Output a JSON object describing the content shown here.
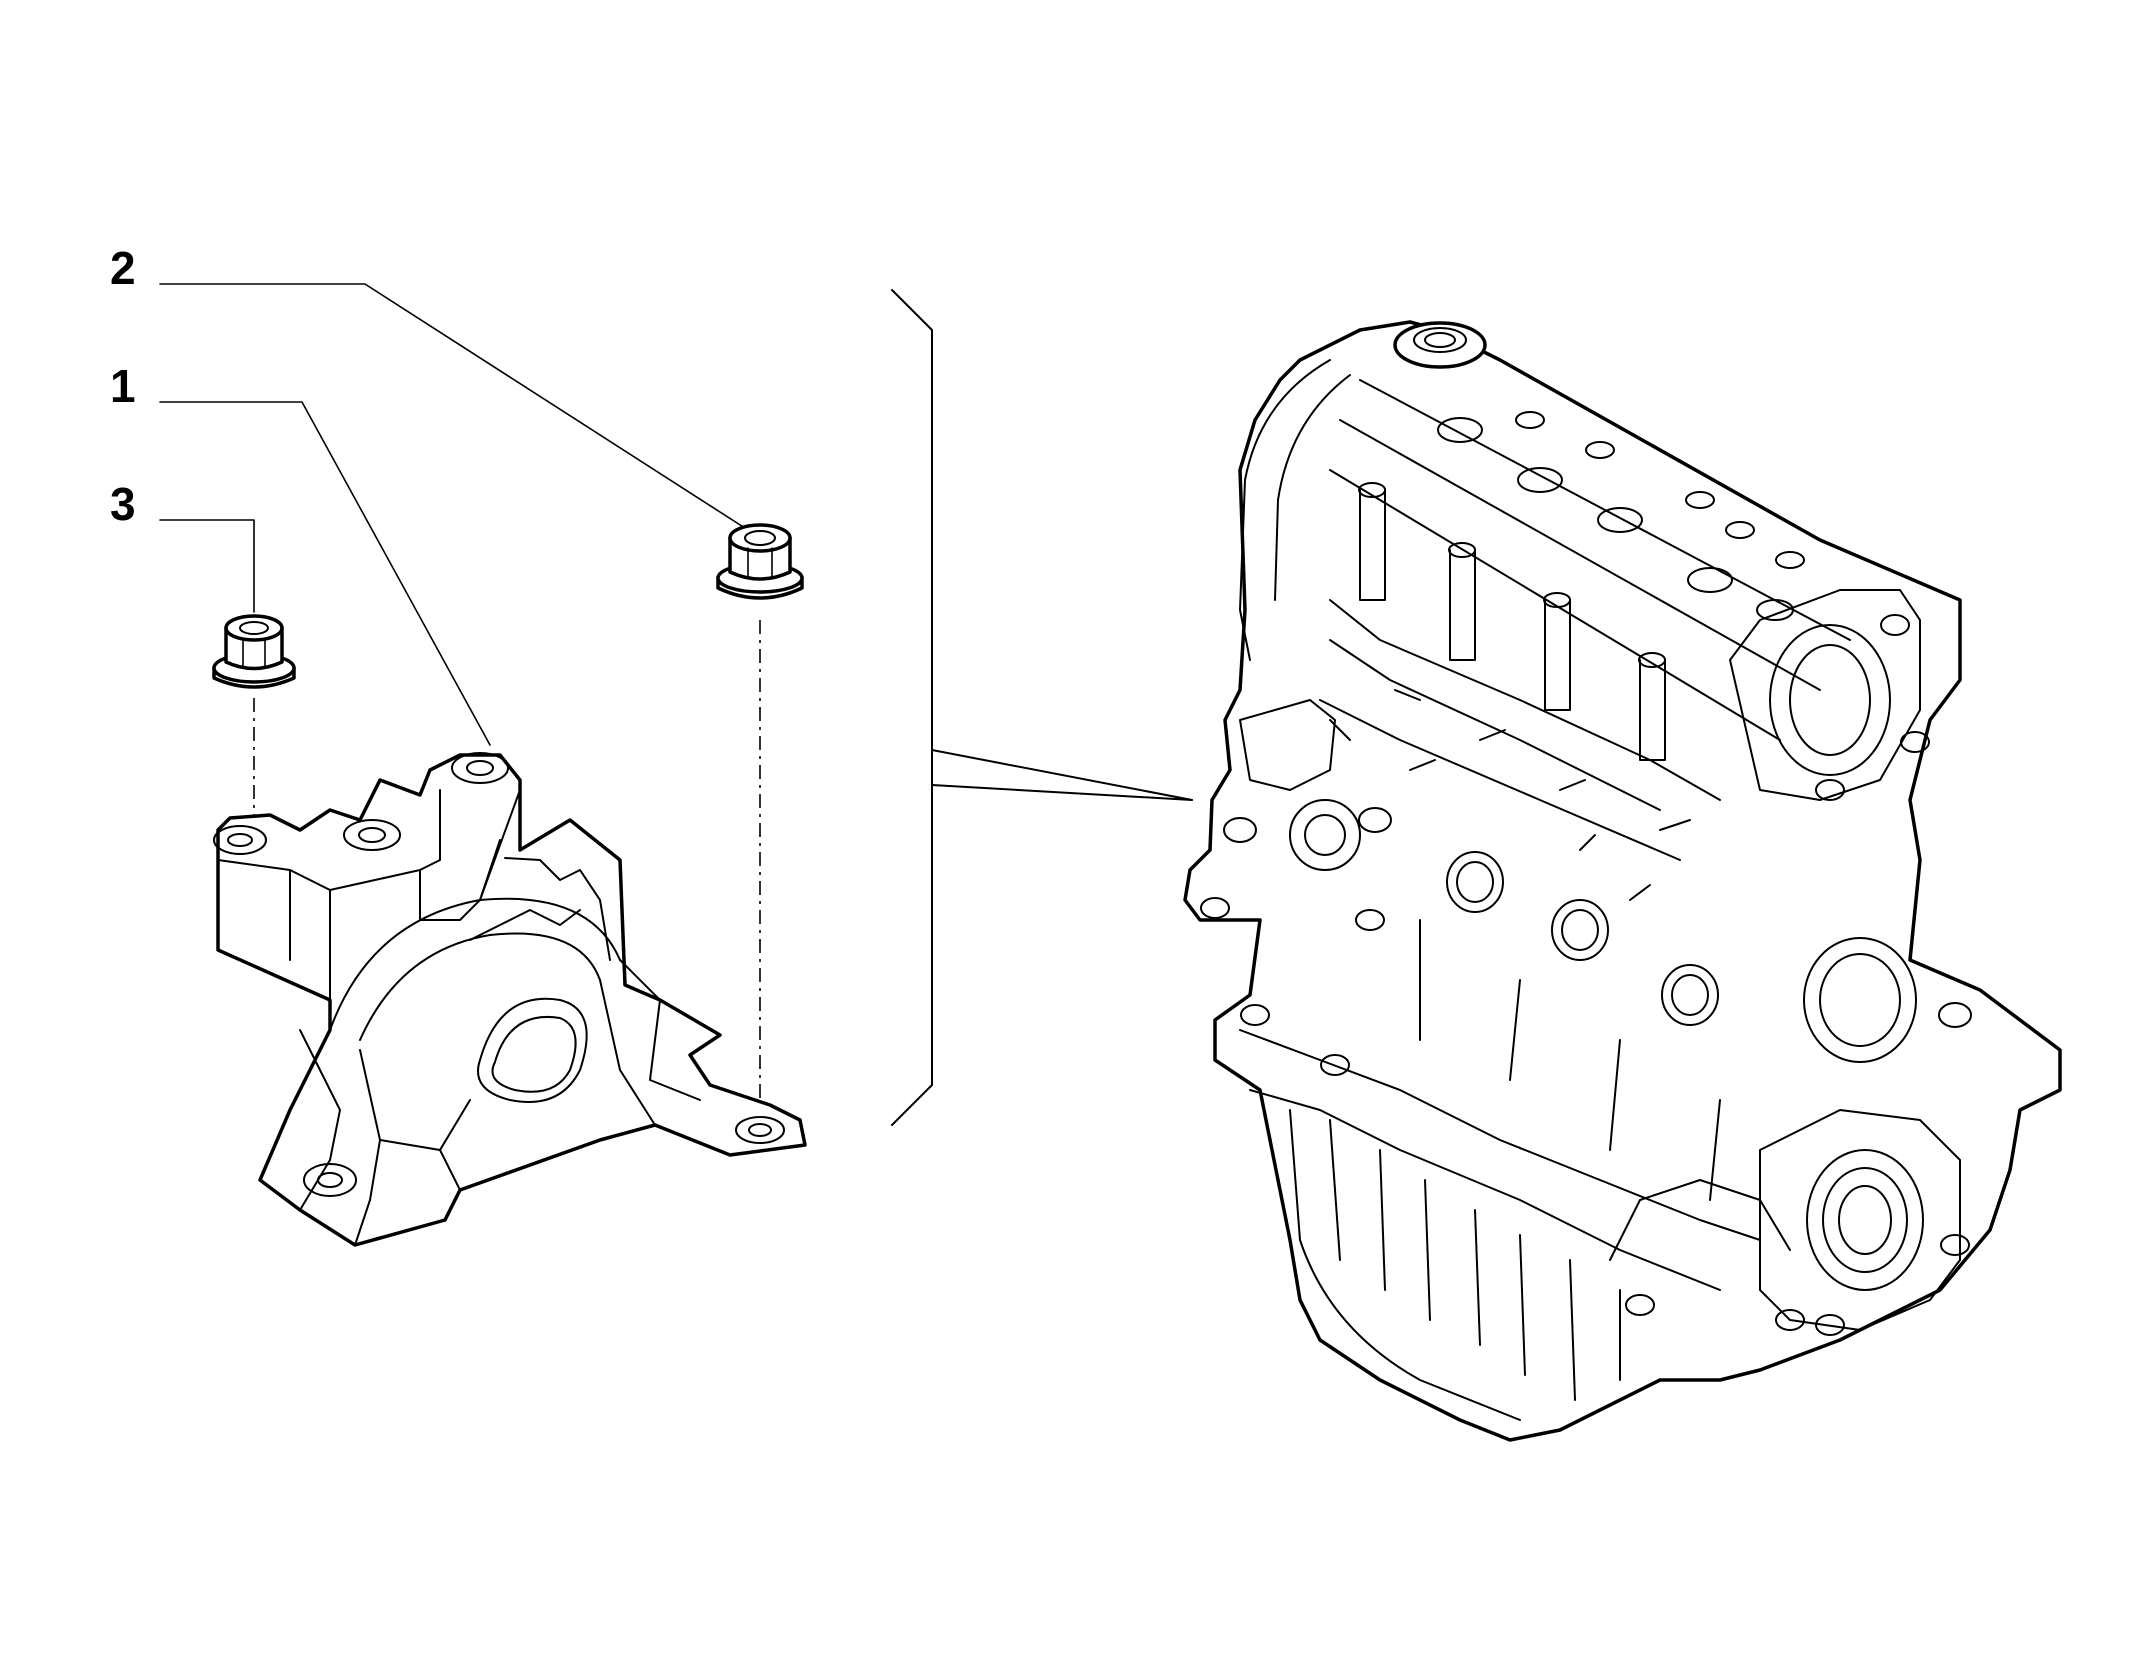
{
  "callouts": [
    {
      "id": "1",
      "label": "1"
    },
    {
      "id": "2",
      "label": "2"
    },
    {
      "id": "3",
      "label": "3"
    }
  ],
  "parts": {
    "mount_bracket": "engine-mount-bracket",
    "nut_large": "flange-nut",
    "nut_small": "flange-nut",
    "engine": "engine-assembly"
  }
}
